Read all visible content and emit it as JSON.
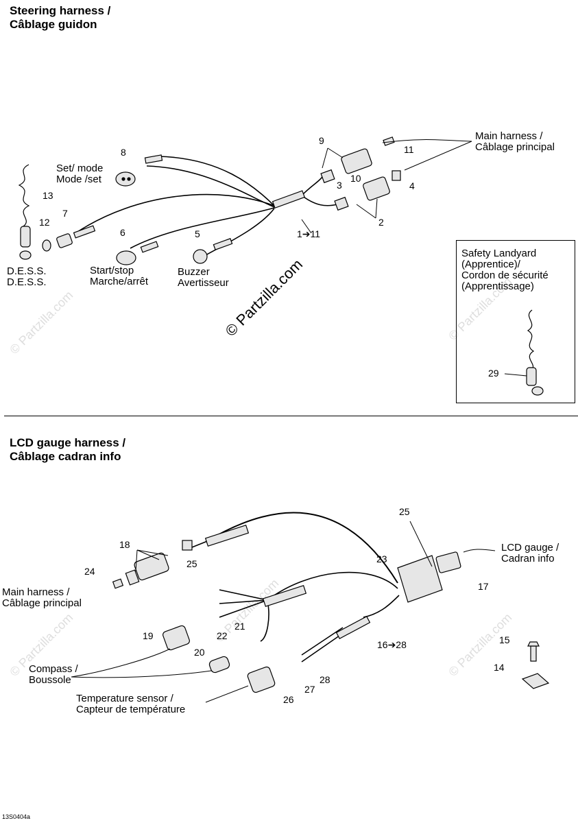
{
  "sections": {
    "steering": {
      "title_line1": "Steering harness /",
      "title_line2": "Câblage guidon"
    },
    "lcd": {
      "title_line1": "LCD gauge harness /",
      "title_line2": "Câblage cadran info"
    }
  },
  "callouts": {
    "main_harness_top": [
      "Main harness  /",
      "Câblage principal"
    ],
    "set_mode": [
      "Set/ mode",
      "Mode /set"
    ],
    "dess": [
      "D.E.S.S.",
      "D.E.S.S."
    ],
    "start_stop": [
      "Start/stop",
      "Marche/arrêt"
    ],
    "buzzer": [
      "Buzzer",
      "Avertisseur"
    ],
    "safety_landyard": [
      "Safety Landyard",
      "(Apprentice)/",
      "Cordon de sécurité",
      "(Apprentissage)"
    ],
    "lcd_gauge": [
      "LCD gauge /",
      "Cadran info"
    ],
    "main_harness_bottom": [
      "Main harness /",
      "Câblage principal"
    ],
    "compass": [
      "Compass /",
      "Boussole"
    ],
    "temperature": [
      "Temperature sensor /",
      "Capteur de température"
    ]
  },
  "part_numbers": {
    "p1_11": "1➔11",
    "p2": "2",
    "p3": "3",
    "p4": "4",
    "p5": "5",
    "p6": "6",
    "p7": "7",
    "p8": "8",
    "p9": "9",
    "p10": "10",
    "p11": "11",
    "p12": "12",
    "p13": "13",
    "p14": "14",
    "p15": "15",
    "p16_28": "16➔28",
    "p17": "17",
    "p18": "18",
    "p19": "19",
    "p20": "20",
    "p21": "21",
    "p22": "22",
    "p23": "23",
    "p24": "24",
    "p25a": "25",
    "p25b": "25",
    "p26": "26",
    "p27": "27",
    "p28": "28",
    "p29": "29"
  },
  "watermark": {
    "main": "© Partzilla.com",
    "faint": "© Partzilla.com"
  },
  "footer_code": "13S0404a",
  "colors": {
    "line": "#000000",
    "watermark": "#dedede",
    "part_fill": "#e6e6e6"
  }
}
